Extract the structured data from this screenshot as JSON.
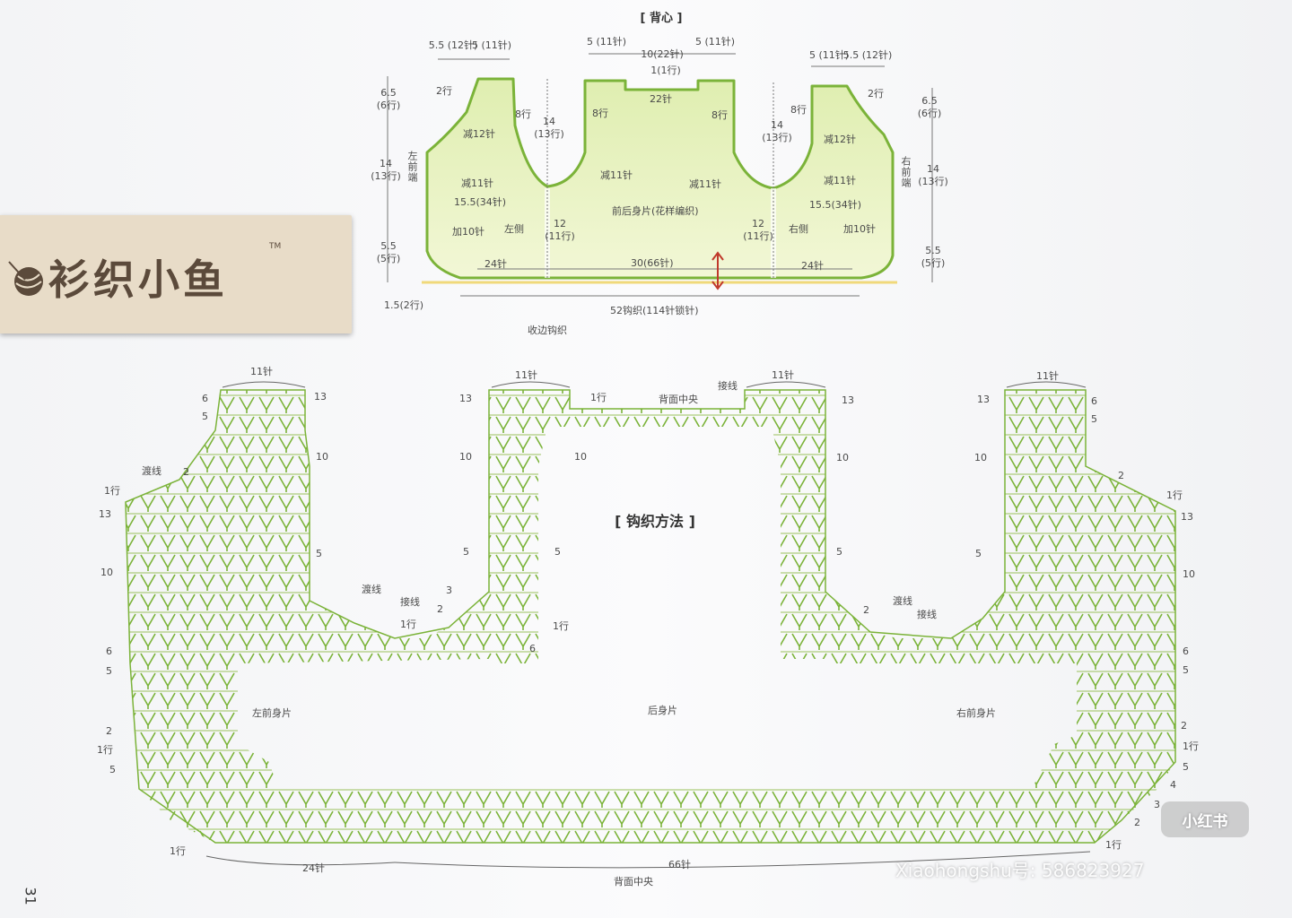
{
  "top_diagram": {
    "title": "[ 背心 ]",
    "dims": {
      "left_neck_a": "5.5\n(12针)",
      "left_neck_b": "5\n(11针)",
      "center_a": "5\n(11针)",
      "center_b": "10(22针)",
      "center_c": "5\n(11针)",
      "center_rows": "1(1行)",
      "right_neck_a": "5\n(11针)",
      "right_neck_b": "5.5\n(12针)",
      "l_65": "6.5\n(6行)",
      "l_14": "14\n(13行)",
      "l_55": "5.5\n(5行)",
      "l_15": "1.5(2行)",
      "r_65": "6.5\n(6行)",
      "r_14": "14\n(13行)",
      "r_55": "5.5\n(5行)",
      "left_front_end": "左前端",
      "right_front_end": "右前端"
    },
    "inner": {
      "l_2h": "2行",
      "l_8h": "8行",
      "l_dec12": "减12针",
      "l_dec11": "减11针",
      "l_155": "15.5(34针)",
      "l_add10": "加10针",
      "l_side": "左侧",
      "l_12": "12\n(11行)",
      "l_24": "24针",
      "c_14l": "14\n(13行)",
      "c_8l": "8行",
      "c_22": "22针",
      "c_8r": "8行",
      "c_14r": "14\n(13行)",
      "c_dec11a": "减11针",
      "c_dec11b": "减11针",
      "c_body": "前后身片(花样编织)",
      "c_30": "30(66针)",
      "r_2h": "2行",
      "r_8h": "8行",
      "r_dec12": "减12针",
      "r_dec11": "减11针",
      "r_155": "15.5(34针)",
      "r_add10": "加10针",
      "r_side": "右侧",
      "r_12": "12\n(11行)",
      "r_24": "24针",
      "bottom_52": "52钩织(114针锁针)",
      "edging": "收边钩织"
    }
  },
  "label_tag": {
    "brand": "衫织小鱼",
    "tm": "TM"
  },
  "chart": {
    "title": "[ 钩织方法 ]",
    "tops": [
      "11针",
      "11针",
      "11针",
      "11针"
    ],
    "join_top": "接线",
    "back_center_top": "背面中央",
    "left_rows": [
      "6",
      "5",
      "1行",
      "13",
      "10",
      "6",
      "5",
      "2",
      "1行",
      "5"
    ],
    "left_right_rows": [
      "13",
      "10",
      "5",
      "2",
      "1行",
      "6"
    ],
    "mid_rows": [
      "13",
      "10",
      "5",
      "3",
      "2",
      "1行",
      "1行",
      "10",
      "5",
      "13"
    ],
    "right_rows": [
      "13",
      "10",
      "5",
      "6",
      "5",
      "2",
      "1行",
      "13",
      "10",
      "6",
      "5",
      "2",
      "1行",
      "5",
      "4",
      "3",
      "2",
      "1行"
    ],
    "misc": [
      "渡线",
      "2",
      "渡线",
      "接线",
      "渡线",
      "接线",
      "2",
      "10",
      "5",
      "13",
      "1行"
    ],
    "left_front": "左前身片",
    "back": "后身片",
    "right_front": "右前身片",
    "bottom_24": "24针",
    "bottom_66": "66针",
    "bottom_back_center": "背面中央",
    "bottom_1row": "1行"
  },
  "watermark": {
    "logo": "小红书",
    "id": "Xiaohongshu号: 586823927"
  },
  "page_number": "31"
}
